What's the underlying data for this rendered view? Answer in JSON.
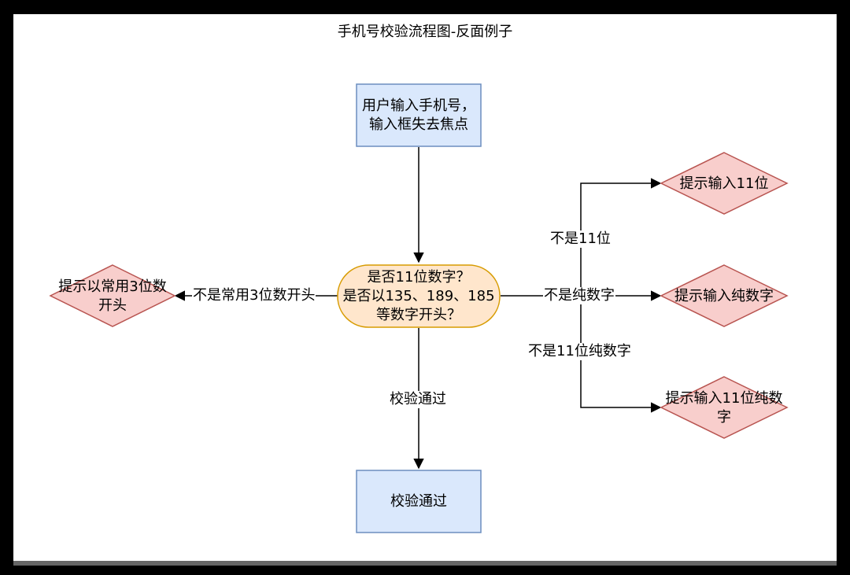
{
  "title": "手机号校验流程图-反面例子",
  "colors": {
    "process_fill": "#dae8fc",
    "process_stroke": "#6c8ebf",
    "decision_fill": "#ffe6cc",
    "decision_stroke": "#d79b00",
    "alert_fill": "#f8cecc",
    "alert_stroke": "#b85450",
    "line": "#000000"
  },
  "nodes": {
    "start": {
      "line1": "用户输入手机号，",
      "line2": "输入框失去焦点"
    },
    "check": {
      "line1": "是否11位数字？",
      "line2": "是否以135、189、185",
      "line3": "等数字开头？"
    },
    "end": {
      "label": "校验通过"
    },
    "prompt_prefix": {
      "line1": "提示以常用3位数",
      "line2": "开头"
    },
    "prompt_11": {
      "label": "提示输入11位"
    },
    "prompt_digits": {
      "label": "提示输入纯数字"
    },
    "prompt_11_digits": {
      "line1": "提示输入11位纯数",
      "line2": "字"
    }
  },
  "edges": {
    "not_prefix": "不是常用3位数开头",
    "pass": "校验通过",
    "not_11": "不是11位",
    "not_digits": "不是纯数字",
    "not_11_digits": "不是11位纯数字"
  }
}
